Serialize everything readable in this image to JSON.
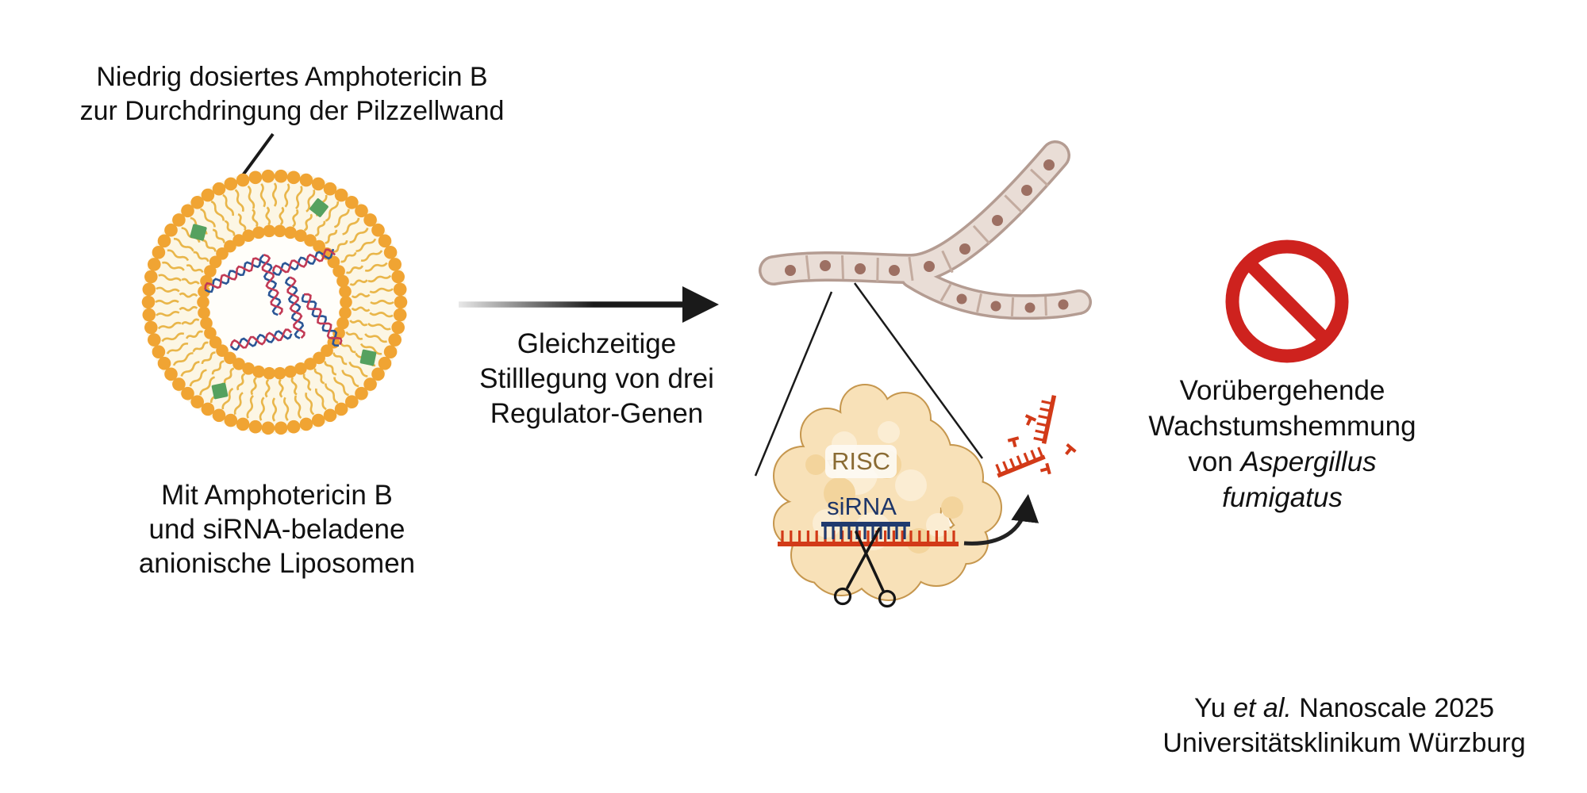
{
  "labels": {
    "amphotericin_note": {
      "line1": "Niedrig dosiertes Amphotericin B",
      "line2": "zur Durchdringung der Pilzzellwand"
    },
    "liposome_caption": {
      "line1": "Mit Amphotericin B",
      "line2": "und siRNA-beladene",
      "line3": "anionische Liposomen"
    },
    "process_arrow": {
      "line1": "Gleichzeitige",
      "line2": "Stilllegung von drei",
      "line3": "Regulator-Genen"
    },
    "risc": "RISC",
    "sirna": "siRNA",
    "outcome": {
      "line1": "Vorübergehende",
      "line2": "Wachstumshemmung",
      "line3_prefix": "von ",
      "line3_italic": "Aspergillus",
      "line4_italic": "fumigatus"
    },
    "citation": {
      "line1_prefix": "Yu ",
      "line1_italic": "et al.",
      "line1_suffix": " Nanoscale 2025",
      "line2": "Universitätsklinikum Würzburg"
    }
  },
  "icons": {
    "prohibition-icon": "red circle with diagonal slash",
    "scissors-icon": "open scissors cutting mRNA strand",
    "process-arrow-icon": "long gradient right arrow",
    "annotation-arrow-icon": "diagonal pointer arrow",
    "cleavage-arrow-icon": "curved arrow to mRNA fragments"
  },
  "colors": {
    "lipid_head": "#F0A433",
    "lipid_tail": "#E9B64A",
    "annulus_bg": "#FCF6E4",
    "lumen_bg": "#FFFEFA",
    "amphob_green": "#55A15F",
    "helix_red": "#C23A55",
    "helix_blue": "#2B5696",
    "hypha_outline": "#B49C92",
    "hypha_fill": "#E9DDD6",
    "hypha_septa": "#C3AB9F",
    "hypha_dot": "#9D7063",
    "risc_fill": "#F8E1B8",
    "risc_stroke": "#C6974E",
    "risc_light": "#FBEDD3",
    "risc_dark": "#F3D49C",
    "mrna_red": "#D23A18",
    "sirna_blue": "#1F3A6E",
    "arrow_black": "#1A1A1A",
    "arrow_grad_start": "#E8E8E8",
    "prohibition_red": "#CE221E"
  }
}
